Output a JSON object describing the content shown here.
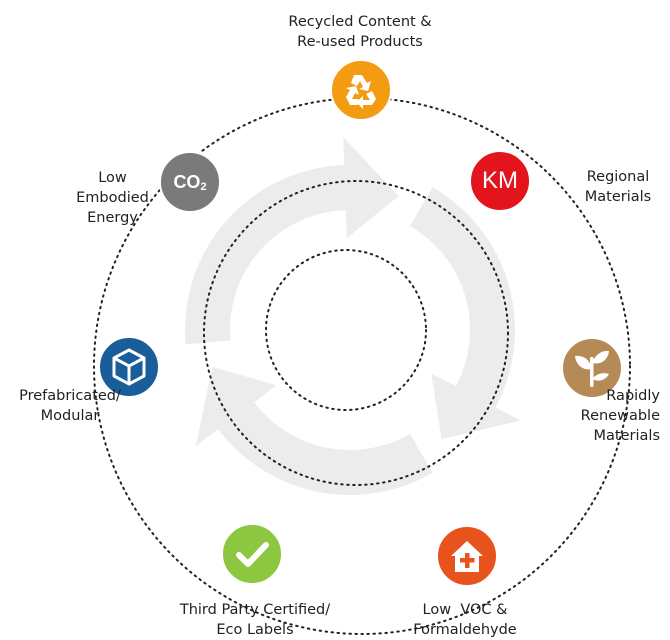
{
  "colors": {
    "recycled": "#f39c12",
    "regional": "#e3141b",
    "renewable": "#b58a55",
    "voc": "#e8521c",
    "certified": "#8dc63f",
    "modular": "#1a5d9b",
    "embodied": "#7a7a7a",
    "arrows": "#ececec"
  },
  "nodes": {
    "recycled": {
      "icon": "recycle-icon",
      "label": [
        "Recycled Content &",
        "Re-used Products"
      ]
    },
    "regional": {
      "icon": "km-badge",
      "text": "KM",
      "label": [
        "Regional",
        "Materials"
      ]
    },
    "renewable": {
      "icon": "plant-icon",
      "label": [
        "Rapidly",
        "Renewable",
        "Materials"
      ]
    },
    "voc": {
      "icon": "house-plus-icon",
      "label": [
        "Low  VOC &",
        "Formaldehyde"
      ]
    },
    "certified": {
      "icon": "checkmark-icon",
      "label": [
        "Third Party Certified/",
        "Eco Labels"
      ]
    },
    "modular": {
      "icon": "cube-icon",
      "label": [
        "Prefabricated/",
        "Modular"
      ]
    },
    "embodied": {
      "icon": "co2-icon",
      "text": "CO",
      "subscript": "2",
      "label": [
        "Low",
        "Embodied",
        "Energy"
      ]
    }
  }
}
